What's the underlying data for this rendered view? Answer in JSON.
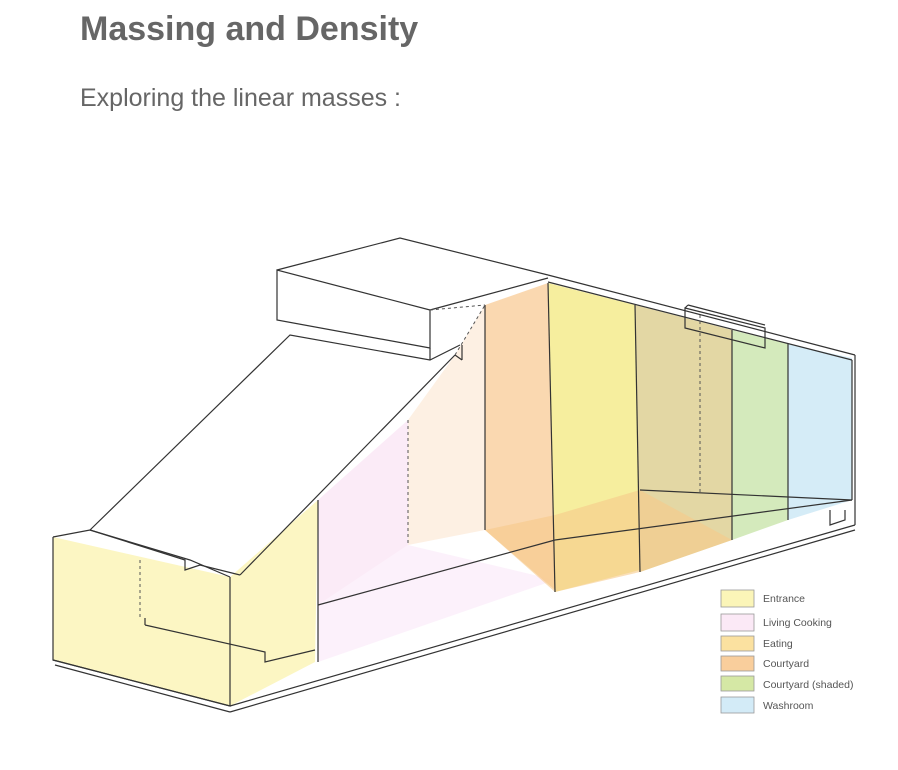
{
  "header": {
    "title": "Massing and Density",
    "subtitle": "Exploring the linear masses :"
  },
  "legend": {
    "items": [
      {
        "label": "Entrance",
        "color": "#fbf5b8"
      },
      {
        "label": "Living Cooking",
        "color": "#fbe9f6"
      },
      {
        "label": "Eating",
        "color": "#fbe1a0"
      },
      {
        "label": "Courtyard",
        "color": "#f9ce9c"
      },
      {
        "label": "Courtyard (shaded)",
        "color": "#d5e8a5"
      },
      {
        "label": "Washroom",
        "color": "#d3ebf7"
      }
    ]
  },
  "colors": {
    "line": "#333333",
    "text": "#666666"
  }
}
